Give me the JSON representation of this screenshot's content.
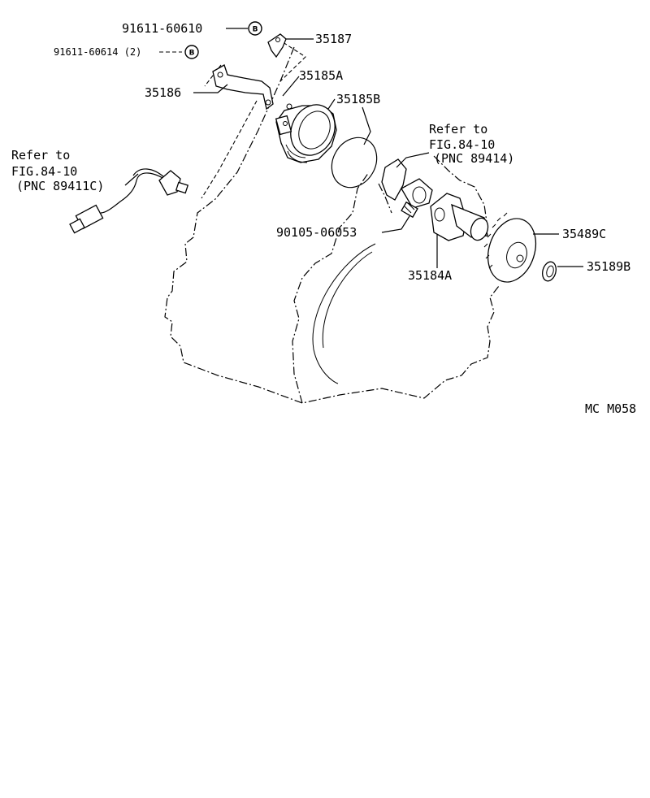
{
  "callouts": [
    {
      "id": "p91611_60610",
      "text": "91611-60610"
    },
    {
      "id": "p35187",
      "text": "35187"
    },
    {
      "id": "p91611_60614",
      "text": "91611-60614 (2)"
    },
    {
      "id": "p35185A",
      "text": "35185A"
    },
    {
      "id": "p35186",
      "text": "35186"
    },
    {
      "id": "p35185B",
      "text": "35185B"
    },
    {
      "id": "p90105_06053",
      "text": "90105-06053"
    },
    {
      "id": "p35489C",
      "text": "35489C"
    },
    {
      "id": "p35184A",
      "text": "35184A"
    },
    {
      "id": "p35189B",
      "text": "35189B"
    }
  ],
  "badges": {
    "b1": "B",
    "b2": "B"
  },
  "references": [
    {
      "line1": "Refer to",
      "line2": "FIG.84-10",
      "line3": "(PNC 89411C)"
    },
    {
      "line1": "Refer to",
      "line2": "FIG.84-10",
      "line3": "(PNC 89414)"
    }
  ],
  "figure_code": "MC  M058"
}
